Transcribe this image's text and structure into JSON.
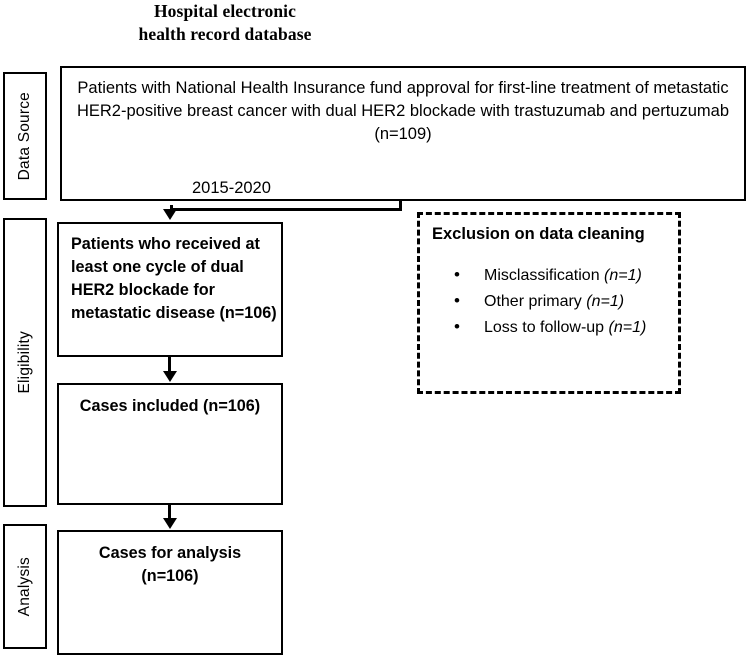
{
  "title": "Hospital electronic\nhealth record database",
  "stages": [
    {
      "id": "data-source",
      "label": "Data Source"
    },
    {
      "id": "eligibility",
      "label": "Eligibility"
    },
    {
      "id": "analysis",
      "label": "Analysis"
    }
  ],
  "boxes": {
    "source": {
      "text": "Patients with National Health Insurance fund approval for first-line treatment of metastatic HER2-positive breast cancer with dual HER2 blockade with trastuzumab and pertuzumab  (n=109)",
      "years": "2015-2020"
    },
    "received": {
      "text": "Patients who received at least one cycle of dual HER2 blockade for metastatic disease (n=106)"
    },
    "included": {
      "text": "Cases included (n=106)"
    },
    "analysis": {
      "text": "Cases for analysis\n(n=106)"
    }
  },
  "exclusion": {
    "title": "Exclusion on data cleaning",
    "items": [
      {
        "label": "Misclassification",
        "count": "(n=1)"
      },
      {
        "label": "Other primary",
        "count": "(n=1)"
      },
      {
        "label": "Loss to follow-up",
        "count": "(n=1)"
      }
    ]
  },
  "colors": {
    "stroke": "#000000",
    "background": "#ffffff",
    "text": "#000000"
  }
}
